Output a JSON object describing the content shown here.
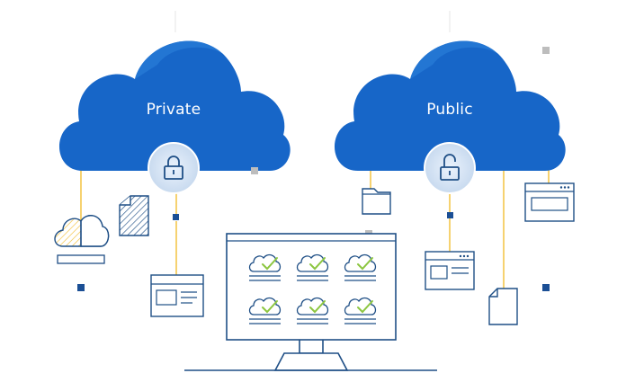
{
  "clouds": {
    "private": {
      "label": "Private",
      "lock_icon": "lock-closed-icon"
    },
    "public": {
      "label": "Public",
      "lock_icon": "lock-open-icon"
    }
  },
  "colors": {
    "cloud_fill": "#1766C8",
    "cloud_highlight": "#2C80DB",
    "line_gold": "#F2BE34",
    "outline_blue": "#1F4F86",
    "accent_green": "#8CC63F",
    "node_square": "#1B4F95",
    "grey_square": "#BDBDBD",
    "lock_bg": "#DCE8F6"
  },
  "monitor": {
    "tile_count": 6,
    "tile_icon": "cloud-check-icon"
  },
  "icons": [
    "cloud-icon",
    "document-icon",
    "folder-icon",
    "web-window-icon",
    "page-icon",
    "monitor-icon"
  ]
}
